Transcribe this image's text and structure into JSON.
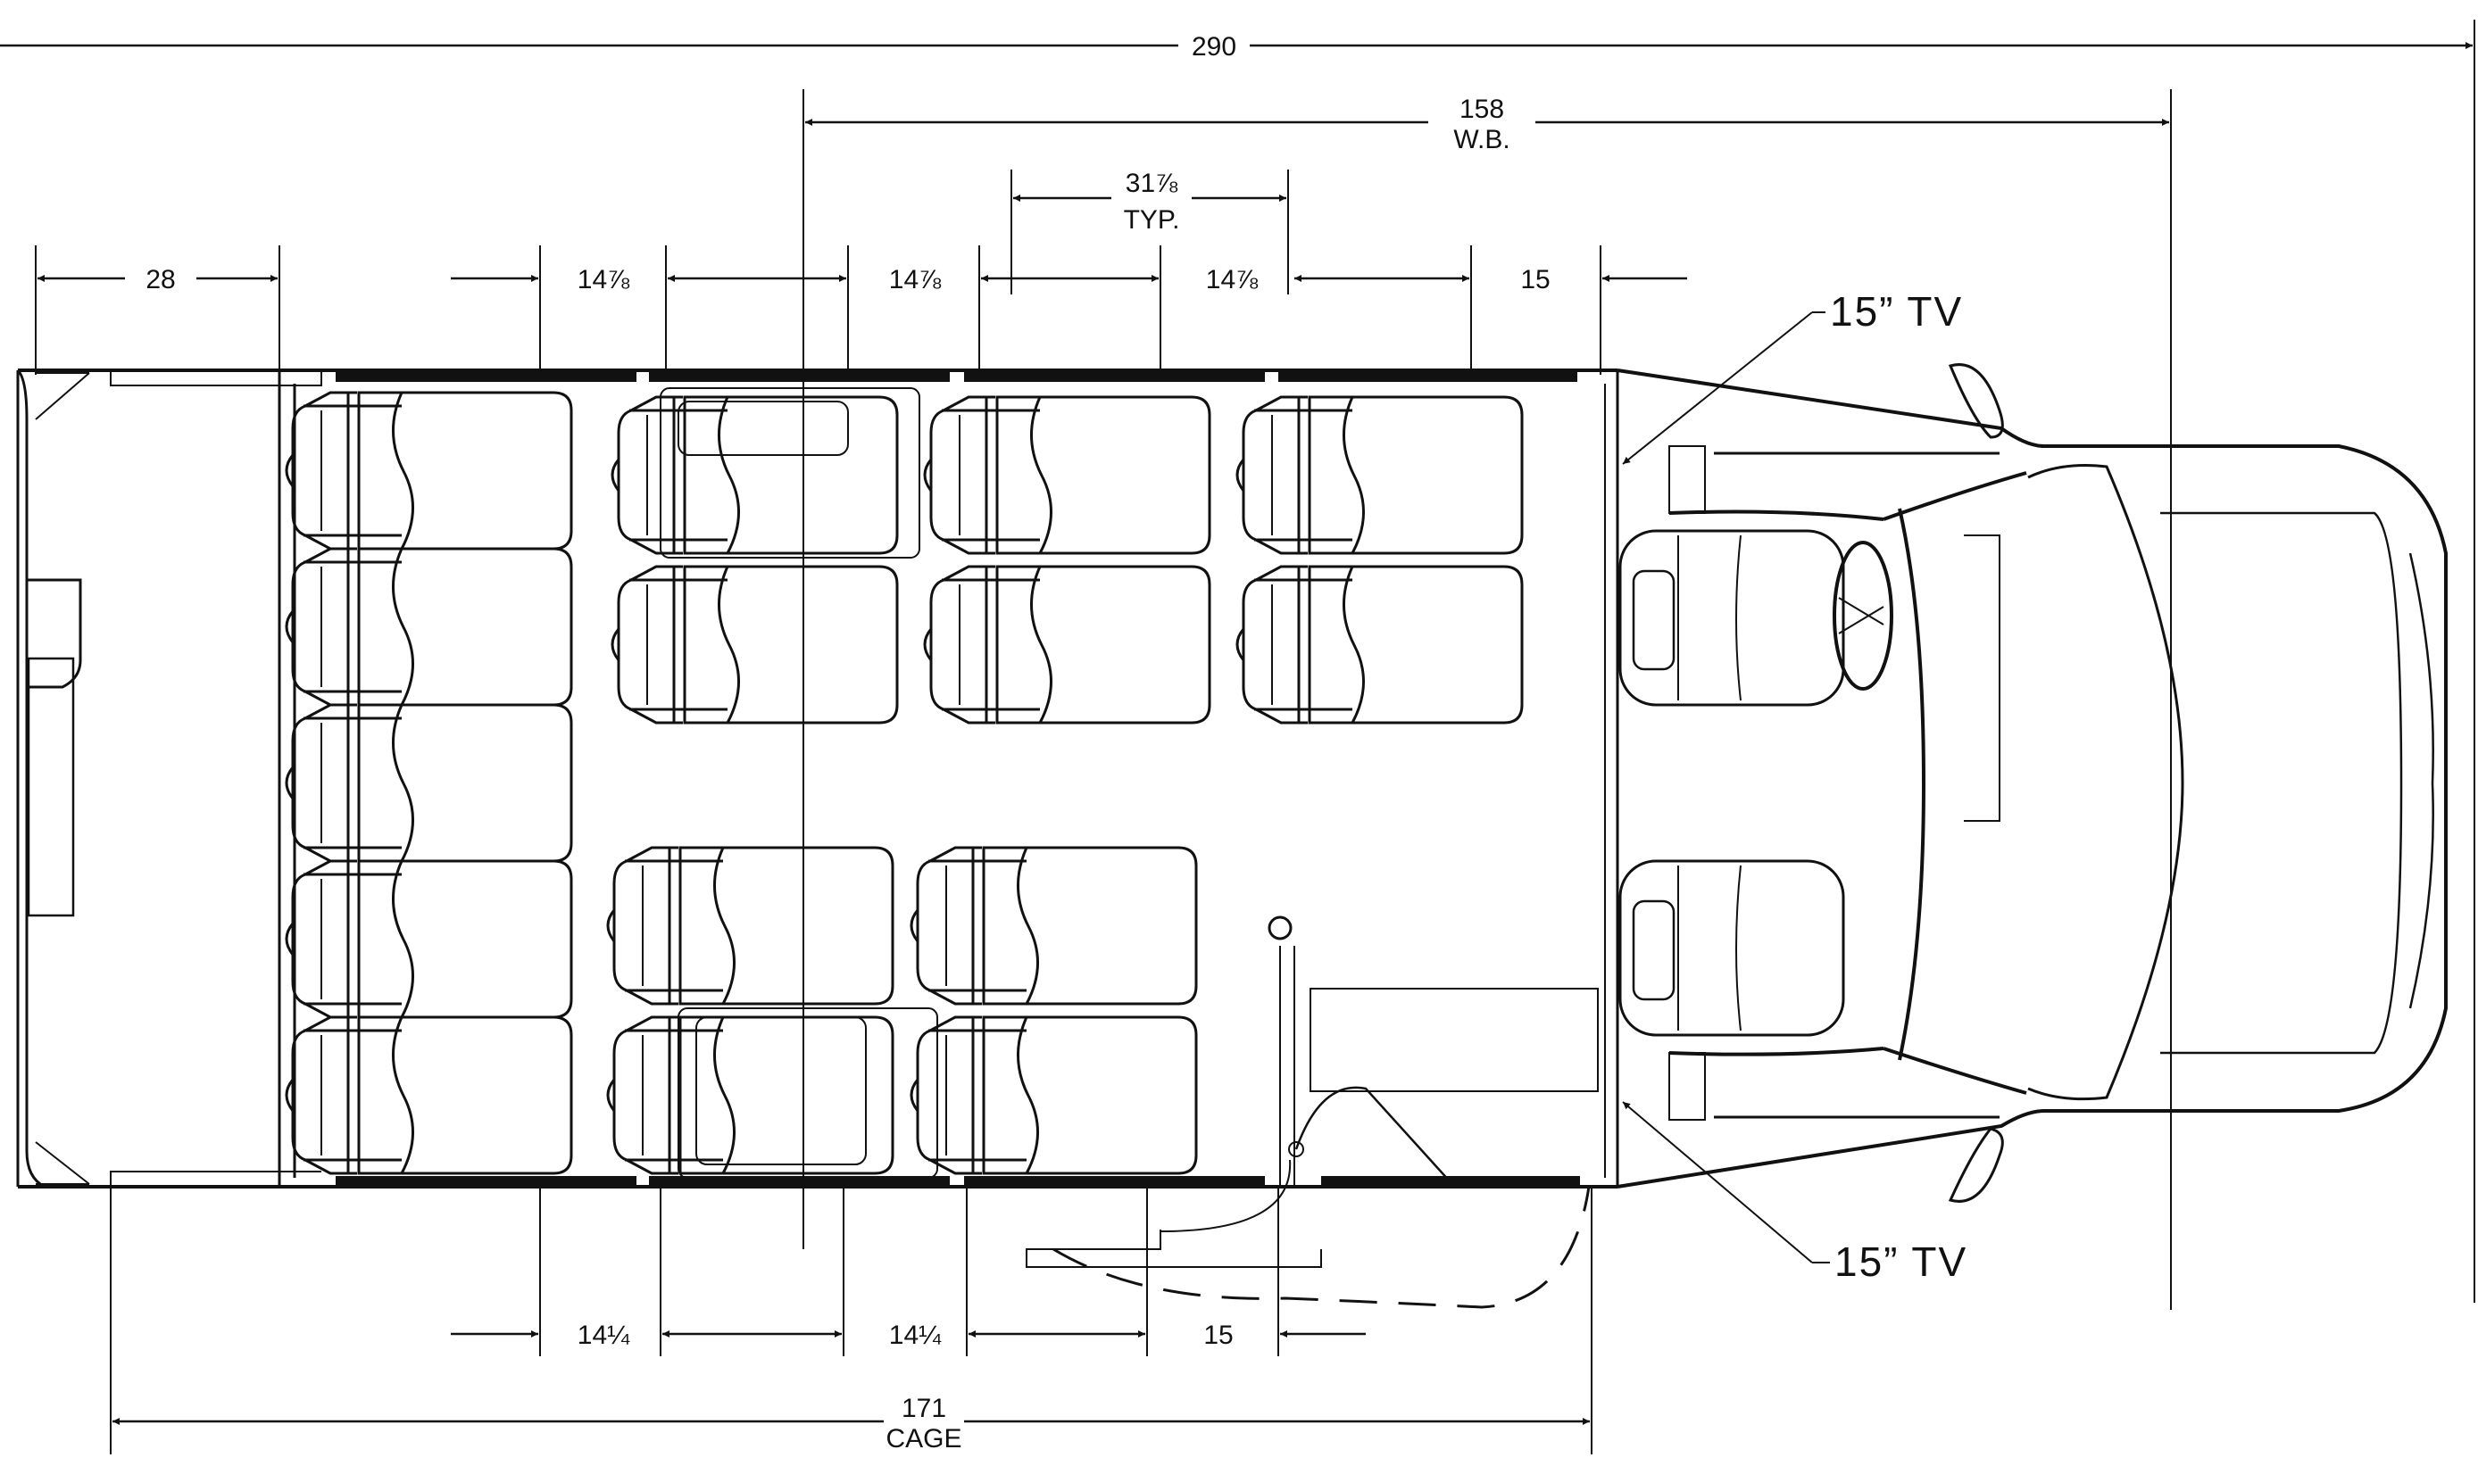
{
  "dimensions": {
    "overall": "290",
    "wheelbase_value": "158",
    "wheelbase_label": "W.B.",
    "pitch_value": "31⅞",
    "pitch_label": "TYP.",
    "rear_overhang": "28",
    "aisle_top_1": "14⅞",
    "aisle_top_2": "14⅞",
    "aisle_top_3": "14⅞",
    "front_clearance": "15",
    "aisle_bottom_1": "14¼",
    "aisle_bottom_2": "14¼",
    "door_clearance": "15",
    "cage_value": "171",
    "cage_label": "CAGE"
  },
  "callouts": {
    "tv_top": "15”  TV",
    "tv_bottom": "15”  TV"
  },
  "colors": {
    "line": "#111111",
    "background": "#ffffff"
  }
}
